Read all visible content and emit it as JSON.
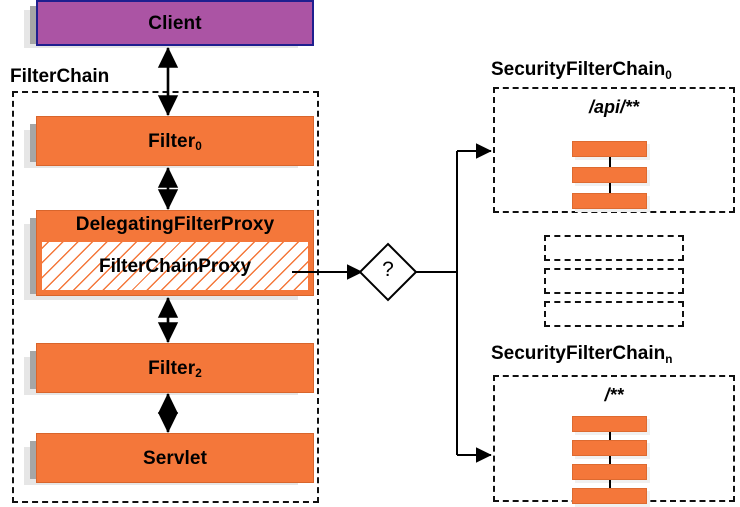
{
  "diagram": {
    "title": "Spring Security FilterChainProxy delegation diagram",
    "colors": {
      "client_fill": "#ab54a4",
      "client_border": "#1f1f8f",
      "filter_fill": "#f4773a",
      "shadow_near": "#a6a6a6",
      "shadow_far": "#e6e6e6",
      "stroke": "#111111"
    }
  },
  "left": {
    "client": {
      "label": "Client"
    },
    "filterchain_caption": {
      "label": "FilterChain"
    },
    "filter0": {
      "label": "Filter",
      "sub": "0"
    },
    "delegating": {
      "label": "DelegatingFilterProxy"
    },
    "filterchainproxy": {
      "label": "FilterChainProxy"
    },
    "filter2": {
      "label": "Filter",
      "sub": "2"
    },
    "servlet": {
      "label": "Servlet"
    }
  },
  "decision": {
    "label": "?"
  },
  "right": {
    "chain0": {
      "caption": "SecurityFilterChain",
      "caption_sub": "0",
      "pattern": "/api/**",
      "filter_count": 3
    },
    "placeholders": [
      {
        "label": ""
      },
      {
        "label": ""
      },
      {
        "label": ""
      }
    ],
    "chainN": {
      "caption": "SecurityFilterChain",
      "caption_sub": "n",
      "pattern": "/**",
      "filter_count": 4
    }
  }
}
